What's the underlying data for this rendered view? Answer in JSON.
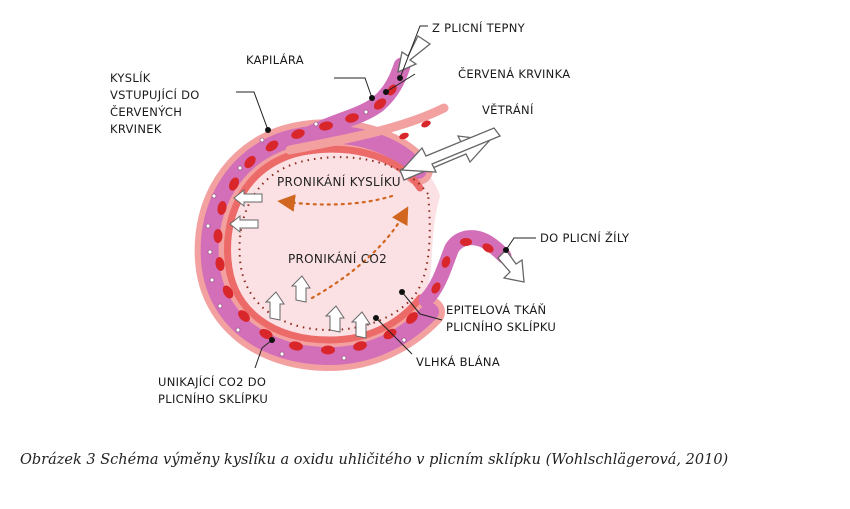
{
  "labels": {
    "z_plicni_tepny": "Z PLICNÍ TEPNY",
    "kapilara": "KAPILÁRA",
    "cervena_krvinka": "ČERVENÁ KRVINKA",
    "kyslik_vstupujici": [
      "KYSLÍK",
      "VSTUPUJÍCÍ DO",
      "ČERVENÝCH",
      "KRVINEK"
    ],
    "vetrani": "VĚTRÁNÍ",
    "pronikani_kysliku": "PRONIKÁNÍ KYSLÍKU",
    "pronikani_co2": "PRONIKÁNÍ CO2",
    "do_plicni_zily": "DO PLICNÍ ŽÍLY",
    "epitelova_tkan": [
      "EPITELOVÁ TKÁŇ",
      "PLICNÍHO SKLÍPKU"
    ],
    "vlhka_blana": "VLHKÁ BLÁNA",
    "unikajici_co2": [
      "UNIKAJÍCÍ CO2 DO",
      "PLICNÍHO SKLÍPKU"
    ]
  },
  "caption": "Obrázek 3 Schéma výměny kyslíku a oxidu uhličitého v plicním sklípku (Wohlschlägerová, 2010)",
  "colors": {
    "capillary": "#d36fb8",
    "red_cell": "#d8262b",
    "alveolus_fill": "#fbe0e4",
    "membrane": "#ec6a68",
    "epithelium": "#f3a1a0",
    "dots": "#c0531a"
  }
}
